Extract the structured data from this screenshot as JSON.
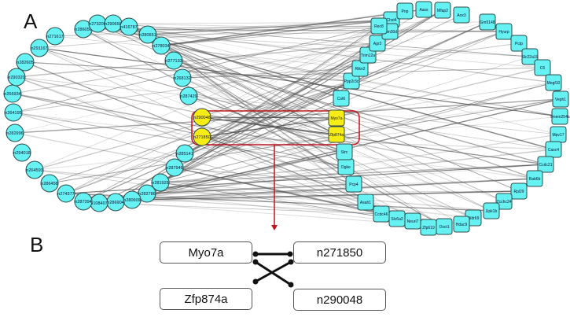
{
  "panels": {
    "a_label": "A",
    "b_label": "B"
  },
  "colors": {
    "node_fill": "#66f2f2",
    "highlight_fill": "#f7ec13",
    "node_stroke": "#2d4a4a",
    "highlight_box": "#c0131b",
    "edge": "#555555"
  },
  "lncRNA_nodes": [
    "n286050",
    "n273209",
    "n290658",
    "n416787",
    "n280651",
    "n278034",
    "n277133",
    "n268132",
    "n287429",
    "n290048",
    "n271850",
    "n285141",
    "n287946",
    "n281925",
    "n282786",
    "n280609",
    "n286904",
    "n108407",
    "n287394",
    "n274377",
    "n286458",
    "n264593",
    "n294018",
    "n282996",
    "n264195",
    "n266934",
    "n290320",
    "n282605",
    "n291167",
    "n271617"
  ],
  "gene_nodes": [
    "Chst4",
    "Pnp",
    "Aass",
    "Mfap2",
    "Aox3",
    "Gm5148",
    "Hyurp",
    "Pctp",
    "Slc22a19",
    "C6",
    "Megf10",
    "Veph1",
    "Tmem254a",
    "Mpv17",
    "Casc4",
    "Ccdc21",
    "Rab6b",
    "Rpl29",
    "Zcchc24",
    "Upk1b",
    "Wdr69",
    "Hdac9",
    "Oxct1",
    "Zfp619",
    "Neurl7",
    "Slc6a2",
    "Ccdc46",
    "Asah1",
    "Pcp4",
    "Dgke",
    "Strc",
    "Zfp874a",
    "Myo7a",
    "Cst6",
    "Ppp2r3c",
    "Rtkn2",
    "Trim12a",
    "Agr3",
    "Trim30d",
    "Rec8"
  ],
  "highlighted": [
    "n290048",
    "n271850",
    "Myo7a",
    "Zfp874a"
  ],
  "panel_b": {
    "left": [
      "Myo7a",
      "Zfp874a"
    ],
    "right": [
      "n271850",
      "n290048"
    ],
    "links": [
      [
        "Myo7a",
        "n271850"
      ],
      [
        "Myo7a",
        "n290048"
      ],
      [
        "Zfp874a",
        "n271850"
      ]
    ]
  }
}
